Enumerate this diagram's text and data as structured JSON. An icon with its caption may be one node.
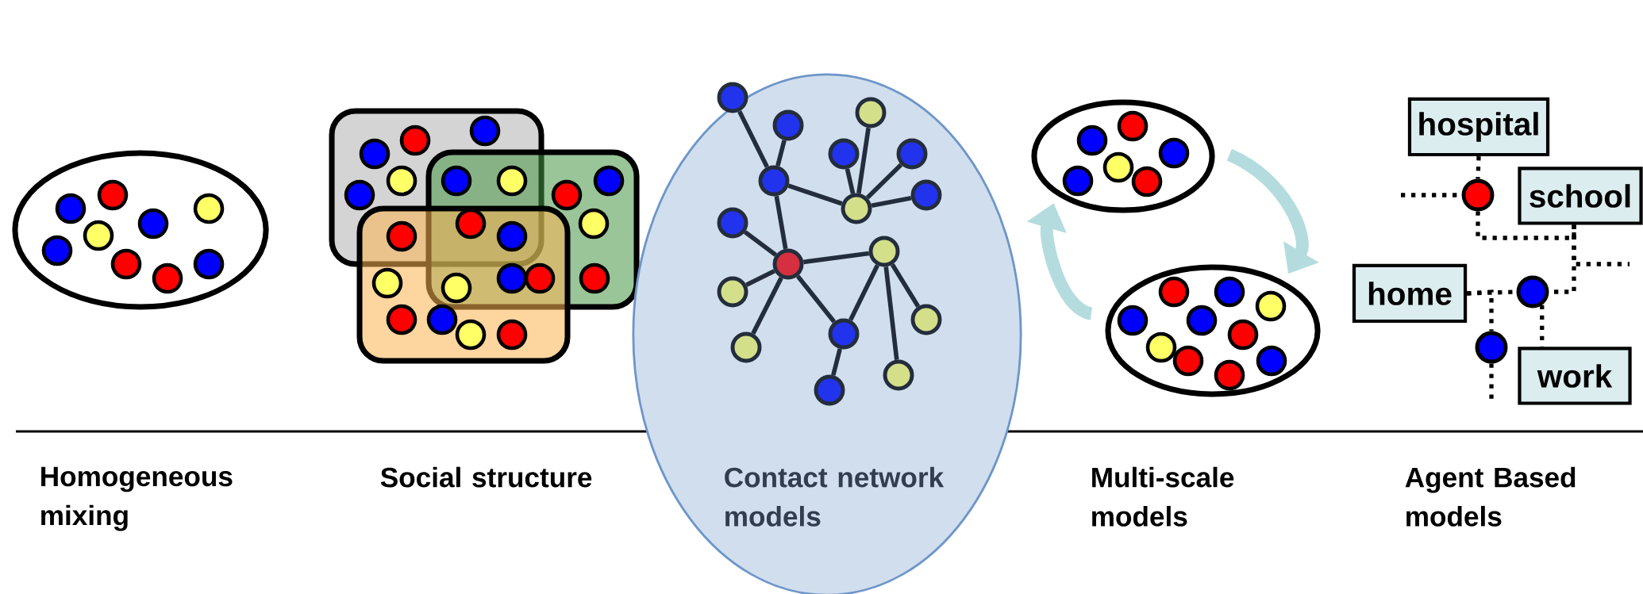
{
  "diagram": {
    "nodes": [
      {
        "text": [
          "Contact network models"
        ]
      },
      {
        "text": [],
        "shape": "circle",
        "in": 0
      },
      {
        "text": [],
        "shape": "circle",
        "in": 0
      },
      {
        "text": [],
        "shape": "circle",
        "in": 0
      },
      {
        "text": [],
        "shape": "circle",
        "in": 0
      },
      {
        "text": [],
        "shape": "circle",
        "in": 0
      },
      {
        "text": [],
        "shape": "circle",
        "in": 0
      },
      {
        "text": [],
        "shape": "circle",
        "in": 0
      },
      {
        "text": [],
        "shape": "circle",
        "in": 0
      },
      {
        "text": [],
        "shape": "circle",
        "in": 0
      },
      {
        "text": [],
        "shape": "circle",
        "in": 0
      },
      {
        "text": [],
        "shape": "circle",
        "in": 0
      },
      {
        "text": [],
        "shape": "circle",
        "in": 0
      },
      {
        "text": [],
        "shape": "circle",
        "in": 0
      },
      {
        "text": [],
        "shape": "circle",
        "in": 0
      },
      {
        "text": [],
        "shape": "circle",
        "in": 0
      },
      {
        "text": [],
        "shape": "circle",
        "in": 0
      },
      {
        "text": [],
        "shape": "circle",
        "in": 0
      },
      {
        "text": [],
        "shape": "ellipse"
      },
      {
        "text": [],
        "shape": "ellipse"
      },
      {
        "text": [
          "hospital"
        ]
      },
      {
        "text": [],
        "shape": "circle"
      },
      {
        "text": [
          "school"
        ]
      },
      {
        "text": [
          "home"
        ]
      },
      {
        "text": [],
        "shape": "circle"
      },
      {
        "text": [],
        "shape": "circle"
      },
      {
        "text": [
          "work"
        ]
      }
    ],
    "edges": [
      {
        "from": 1,
        "to": 6,
        "arrow": "none"
      },
      {
        "from": 2,
        "to": 6,
        "arrow": "none"
      },
      {
        "from": 6,
        "to": 8,
        "arrow": "none"
      },
      {
        "from": 4,
        "to": 8,
        "arrow": "none"
      },
      {
        "from": 3,
        "to": 8,
        "arrow": "none"
      },
      {
        "from": 5,
        "to": 8,
        "arrow": "none"
      },
      {
        "from": 7,
        "to": 8,
        "arrow": "none"
      },
      {
        "from": 6,
        "to": 11,
        "arrow": "none"
      },
      {
        "from": 9,
        "to": 11,
        "arrow": "none"
      },
      {
        "from": 12,
        "to": 11,
        "arrow": "none"
      },
      {
        "from": 15,
        "to": 11,
        "arrow": "none"
      },
      {
        "from": 11,
        "to": 10,
        "arrow": "none"
      },
      {
        "from": 11,
        "to": 14,
        "arrow": "none"
      },
      {
        "from": 10,
        "to": 14,
        "arrow": "none"
      },
      {
        "from": 10,
        "to": 13,
        "arrow": "none"
      },
      {
        "from": 10,
        "to": 16,
        "arrow": "none"
      },
      {
        "from": 14,
        "to": 17,
        "arrow": "none"
      },
      {
        "from": 18,
        "to": 19,
        "arrow": "to",
        "style": "thick",
        "color": "#b4dcde"
      },
      {
        "from": 19,
        "to": 18,
        "arrow": "to",
        "style": "thick",
        "color": "#b4dcde"
      },
      {
        "from": 20,
        "to": 21,
        "arrow": "none",
        "style": "dashed"
      },
      {
        "from": null,
        "to": 21,
        "arrow": "none",
        "style": "dashed"
      },
      {
        "from": 21,
        "to": 22,
        "arrow": "none",
        "style": "dashed"
      },
      {
        "from": 22,
        "to": 24,
        "arrow": "none",
        "style": "dashed"
      },
      {
        "from": 22,
        "to": null,
        "arrow": "none",
        "style": "dashed"
      },
      {
        "from": 23,
        "to": 24,
        "arrow": "none",
        "style": "dashed"
      },
      {
        "from": 23,
        "to": 25,
        "arrow": "none",
        "style": "dashed"
      },
      {
        "from": 25,
        "to": null,
        "arrow": "none",
        "style": "dashed"
      },
      {
        "from": 24,
        "to": 26,
        "arrow": "none",
        "style": "dashed"
      }
    ],
    "labels": [
      "Homogeneous mixing",
      "Social structure",
      "Multi-scale models",
      "Agent Based models"
    ]
  }
}
